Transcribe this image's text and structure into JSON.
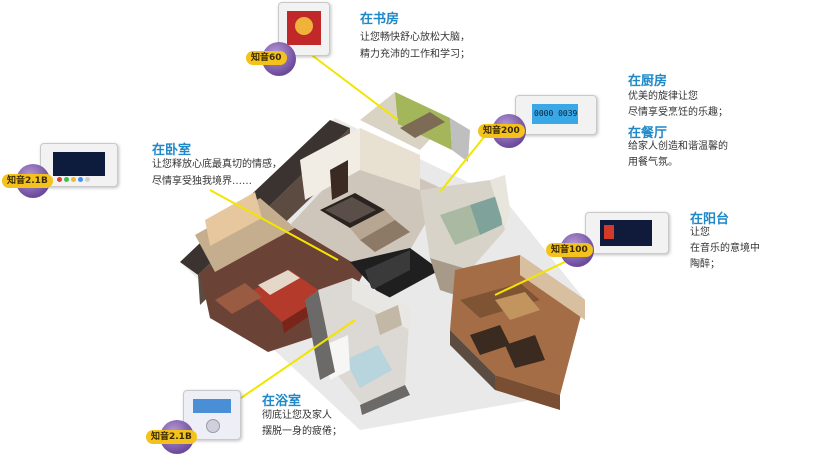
{
  "colors": {
    "title": "#1e88c8",
    "laser": "#f2e500",
    "badge_label": "#f4c21d",
    "badge": "#6d4b9c"
  },
  "rooms": {
    "study": {
      "title": "在书房",
      "line1": "让您畅快舒心放松大脑，",
      "line2": "精力充沛的工作和学习；",
      "badge": "知音60"
    },
    "kitchen": {
      "title": "在厨房",
      "line1": "优美的旋律让您",
      "line2": "尽情享受烹饪的乐趣；",
      "badge": "知音200",
      "display": "0000 0039"
    },
    "dining": {
      "title": "在餐厅",
      "line1": "给家人创造和谐温馨的",
      "line2": "用餐气氛。"
    },
    "bedroom": {
      "title": "在卧室",
      "line1": "让您释放心底最真切的情感，",
      "line2": "尽情享受独我境界……",
      "badge": "知音2.1B"
    },
    "balcony": {
      "title": "在阳台",
      "line1": "让您",
      "line2": "在音乐的意境中",
      "line3": "陶醉；",
      "badge": "知音100"
    },
    "bathroom": {
      "title": "在浴室",
      "line1": "彻底让您及家人",
      "line2": "摆脱一身的疲倦；",
      "badge": "知音2.1B"
    }
  }
}
